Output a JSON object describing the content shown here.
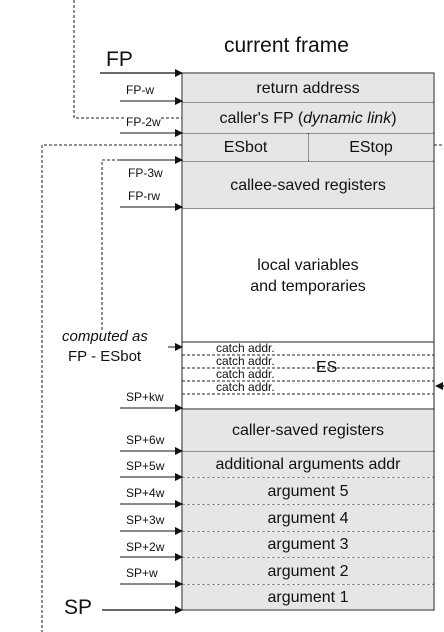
{
  "title": "current frame",
  "pointers": {
    "fp": "FP",
    "sp": "SP"
  },
  "frame": {
    "return_address": "return address",
    "callers_fp": "caller's FP (",
    "dynamic_link": "dynamic link",
    "callers_fp_close": ")",
    "esbot": "ESbot",
    "estop": "EStop",
    "callee_saved": "callee-saved registers",
    "locals_line1": "local variables",
    "locals_line2": "and temporaries",
    "catch_addr": "catch addr.",
    "es": "ES",
    "caller_saved": "caller-saved registers",
    "additional_args": "additional arguments addr",
    "arg5": "argument 5",
    "arg4": "argument 4",
    "arg3": "argument 3",
    "arg2": "argument 2",
    "arg1": "argument 1"
  },
  "offsets": {
    "fp_w": "FP-w",
    "fp_2w": "FP-2w",
    "fp_3w": "FP-3w",
    "fp_rw": "FP-rw",
    "computed_as": "computed as",
    "fp_minus_esbot": "FP - ESbot",
    "sp_kw": "SP+kw",
    "sp_6w": "SP+6w",
    "sp_5w": "SP+5w",
    "sp_4w": "SP+4w",
    "sp_3w": "SP+3w",
    "sp_2w": "SP+2w",
    "sp_w": "SP+w"
  }
}
